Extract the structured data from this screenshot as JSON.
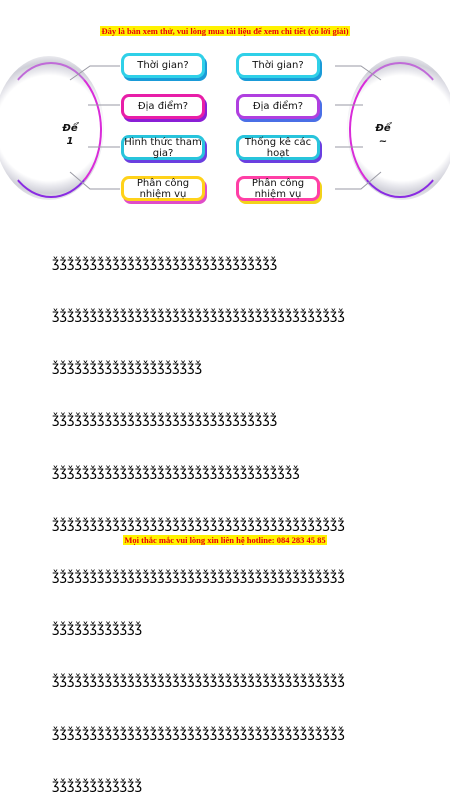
{
  "header": {
    "banner": "Đây là bản xem thử, vui lòng mua tài liệu để xem chi tiết (có lời giải)"
  },
  "diagram": {
    "left_label": "Để 1",
    "right_label": "Để ~",
    "left_items": [
      "Thời gian?",
      "Địa điểm?",
      "Hình thức tham gia?",
      "Phân công nhiệm vụ"
    ],
    "right_items": [
      "Thời gian?",
      "Địa điểm?",
      "Thống kê các hoạt",
      "Phân công nhiệm vụ"
    ]
  },
  "body_glyph_lines": [
    "ǯǯǯǯǯǯǯǯǯǯǯǯǯǯǯǯǯǯǯǯǯǯǯǯǯǯǯǯǯǯ",
    "ǯǯǯǯǯǯǯǯǯǯǯǯǯǯǯǯǯǯǯǯǯǯǯǯǯǯǯǯǯǯǯǯǯǯǯǯǯǯǯ",
    "ǯǯǯǯǯǯǯǯǯǯǯǯǯǯǯǯǯǯǯǯ",
    "ǯǯǯǯǯǯǯǯǯǯǯǯǯǯǯǯǯǯǯǯǯǯǯǯǯǯǯǯǯǯ",
    "ǯǯǯǯǯǯǯǯǯǯǯǯǯǯǯǯǯǯǯǯǯǯǯǯǯǯǯǯǯǯǯǯǯ",
    "ǯǯǯǯǯǯǯǯǯǯǯǯǯǯǯǯǯǯǯǯǯǯǯǯǯǯǯǯǯǯǯǯǯǯǯǯǯǯǯ",
    "ǯǯǯǯǯǯǯǯǯǯǯǯǯǯǯǯǯǯǯǯǯǯǯǯǯǯǯǯǯǯǯǯǯǯǯǯǯǯǯ",
    "ǯǯǯǯǯǯǯǯǯǯǯǯ",
    "ǯǯǯǯǯǯǯǯǯǯǯǯǯǯǯǯǯǯǯǯǯǯǯǯǯǯǯǯǯǯǯǯǯǯǯǯǯǯǯ",
    "ǯǯǯǯǯǯǯǯǯǯǯǯǯǯǯǯǯǯǯǯǯǯǯǯǯǯǯǯǯǯǯǯǯǯǯǯǯǯǯ",
    "ǯǯǯǯǯǯǯǯǯǯǯǯ"
  ],
  "footer": {
    "banner": "Mọi thắc mắc vui lòng xin liên hệ hotline: 084 283 45 85"
  },
  "colors": {
    "banner_text": "#e8000b",
    "banner_highlight": "#fff200",
    "cyan": "#2fd0e8",
    "magenta": "#e81ea8",
    "purple": "#b03fe0",
    "yellow": "#ffd21a",
    "pink": "#ff3fa6"
  }
}
